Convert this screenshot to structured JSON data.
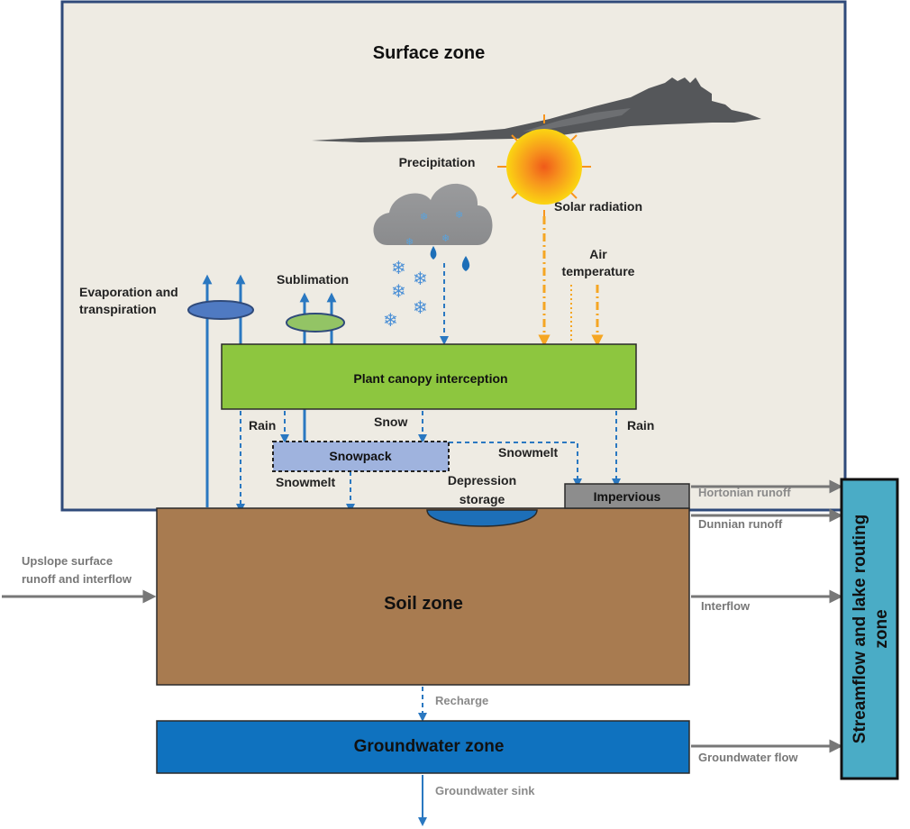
{
  "colors": {
    "surface_bg": "#eeebe3",
    "surface_border": "#2f4a7a",
    "canopy": "#8dc63f",
    "snowpack": "#9fb3de",
    "impervious": "#8d8d8d",
    "soil": "#a87b50",
    "depression_water": "#1d6fb8",
    "groundwater": "#0f72bf",
    "streamflow": "#4aacc6",
    "flux_blue": "#2a78c1",
    "flux_orange": "#f5a623",
    "flux_grey": "#777777",
    "cloud_dark": "#55575a",
    "sun": "#f9c21a",
    "evap_disc": "#4f7ac2",
    "sublim_disc": "#93c465"
  },
  "icons": [
    "cloud-icon",
    "sun-icon",
    "snowflake-icon",
    "raindrop-icon",
    "storm-cloud-icon"
  ],
  "zones": {
    "surface": "Surface zone",
    "soil": "Soil zone",
    "groundwater": "Groundwater zone",
    "streamflow_line1": "Streamflow and lake routing",
    "streamflow_line2": "zone"
  },
  "storages": {
    "canopy": "Plant canopy interception",
    "snowpack": "Snowpack",
    "impervious": "Impervious",
    "depression_line1": "Depression",
    "depression_line2": "storage"
  },
  "fluxes": {
    "precipitation": "Precipitation",
    "solar": "Solar radiation",
    "air_temp_line1": "Air",
    "air_temp_line2": "temperature",
    "evap_line1": "Evaporation and",
    "evap_line2": "transpiration",
    "sublimation": "Sublimation",
    "rain_left": "Rain",
    "snow": "Snow",
    "rain_right": "Rain",
    "snowmelt_right": "Snowmelt",
    "snowmelt_left": "Snowmelt",
    "hortonian": "Hortonian runoff",
    "dunnian": "Dunnian runoff",
    "interflow": "Interflow",
    "upslope_line1": "Upslope surface",
    "upslope_line2": "runoff and interflow",
    "recharge": "Recharge",
    "groundwater_flow": "Groundwater flow",
    "groundwater_sink": "Groundwater sink"
  }
}
